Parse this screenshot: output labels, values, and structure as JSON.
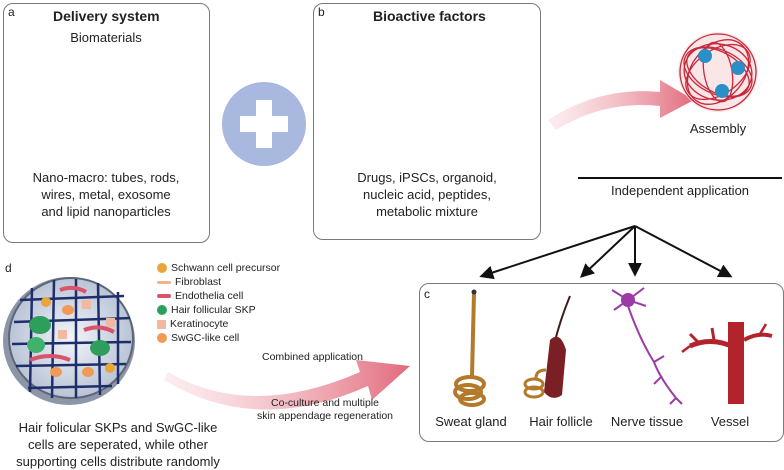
{
  "panel_a": {
    "letter": "a",
    "title": "Delivery system",
    "subtitle": "Biomaterials",
    "description_lines": [
      "Nano-macro: tubes, rods,",
      "wires, metal, exosome",
      "and lipid nanoparticles"
    ]
  },
  "panel_b": {
    "letter": "b",
    "title": "Bioactive factors",
    "description_lines": [
      "Drugs, iPSCs, organoid,",
      "nucleic acid, peptides,",
      "metabolic mixture"
    ]
  },
  "assembly": {
    "label": "Assembly"
  },
  "independent": {
    "label": "Independent application"
  },
  "panel_d": {
    "letter": "d",
    "legend": [
      {
        "label": "Schwann cell precursor",
        "icon": "schwann-icon",
        "color": "#e8a53c"
      },
      {
        "label": "Fibroblast",
        "icon": "fibroblast-icon",
        "color": "#f0b48a"
      },
      {
        "label": "Endothelia cell",
        "icon": "endothelia-icon",
        "color": "#d9546a"
      },
      {
        "label": "Hair follicular SKP",
        "icon": "skp-icon",
        "color": "#2e9e5b"
      },
      {
        "label": "Keratinocyte",
        "icon": "keratinocyte-icon",
        "color": "#f2b9a0"
      },
      {
        "label": "SwGC-like cell",
        "icon": "swgc-icon",
        "color": "#f09a55"
      }
    ],
    "description_lines": [
      "Hair folicular SKPs and SwGC-like",
      "cells are seperated, while other",
      "supporting cells distribute randomly"
    ]
  },
  "combined": {
    "label": "Combined application",
    "sub_lines": [
      "Co-culture and multiple",
      "skin appendage regeneration"
    ]
  },
  "panel_c": {
    "letter": "c",
    "items": [
      "Sweat gland",
      "Hair follicle",
      "Nerve tissue",
      "Vessel"
    ]
  },
  "colors": {
    "arrow_pink": "#e26a7c",
    "plus_circle": "#a9b8df",
    "border": "#7a7a7a"
  }
}
